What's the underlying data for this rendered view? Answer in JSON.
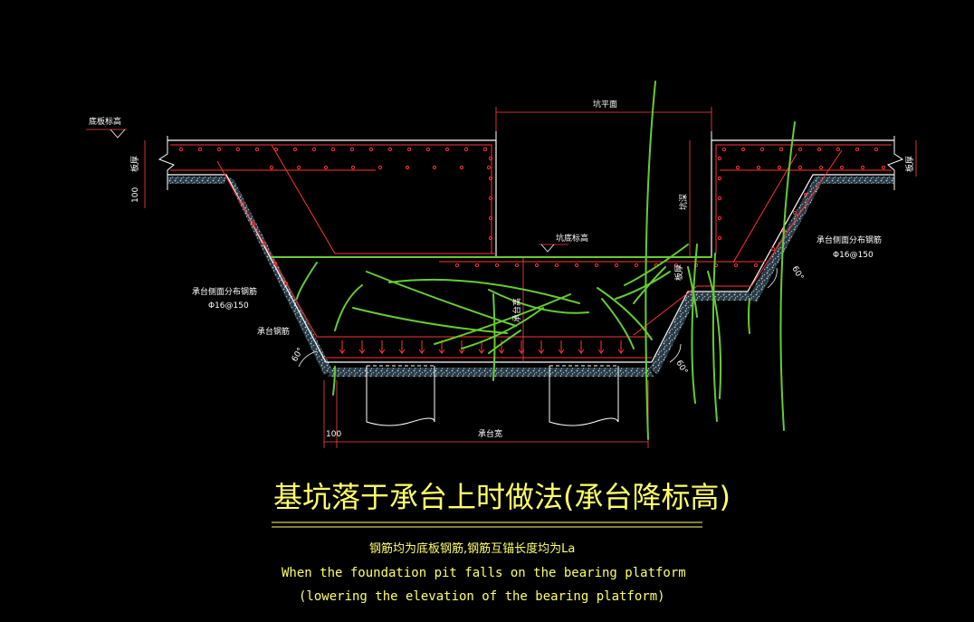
{
  "drawing": {
    "labels": {
      "top_elevation": "底板标高",
      "plate_thickness_left": "板厚",
      "plate_thickness_right": "板厚",
      "cushion_100": "100",
      "pit_width": "坑平面",
      "pit_depth": "坑深",
      "pit_bottom_elevation": "坑底标高",
      "cap_height": "承台高",
      "cap_side_rebar_left": "承台侧面分布钢筋",
      "cap_side_rebar_left_spec": "Φ16@150",
      "cap_side_rebar_right": "承台侧面分布钢筋",
      "cap_side_rebar_right_spec": "Φ16@150",
      "cap_rebar": "承台钢筋",
      "angle_left": "60°",
      "angle_right": "60°",
      "angle_right_upper": "60°",
      "dim_100": "100",
      "cap_width": "承台宽",
      "plate_thickness_small": "板厚"
    },
    "title": "基坑落于承台上时做法(承台降标高)",
    "note_cn": "钢筋均为底板钢筋,钢筋互锚长度均为La",
    "note_en_line1": "When the foundation pit falls on the bearing platform",
    "note_en_line2": "(lowering the elevation of the bearing platform)",
    "colors": {
      "background": "#000000",
      "concrete_outline": "#ffffff",
      "rebar": "#ff3333",
      "dimension": "#ff4444",
      "text": "#ffff66",
      "markup": "#66cc33",
      "cushion_fill": "#9ab3c8"
    }
  }
}
